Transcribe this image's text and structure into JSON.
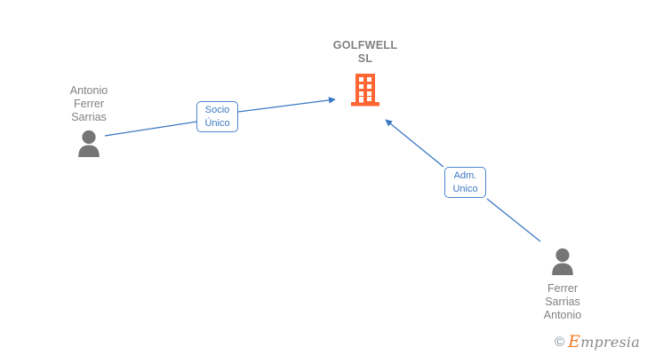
{
  "diagram": {
    "type": "corporate-relationship-graph",
    "company": {
      "name_line1": "GOLFWELL",
      "name_line2": "SL",
      "icon": "building-icon",
      "icon_color": "#FF6633"
    },
    "people": [
      {
        "id": "person-left",
        "name_line1": "Antonio",
        "name_line2": "Ferrer",
        "name_line3": "Sarrias",
        "icon": "person-icon",
        "icon_color": "#757575"
      },
      {
        "id": "person-right",
        "name_line1": "Ferrer",
        "name_line2": "Sarrias",
        "name_line3": "Antonio",
        "icon": "person-icon",
        "icon_color": "#757575"
      }
    ],
    "relations": [
      {
        "id": "relation-socio-unico",
        "label_line1": "Socio",
        "label_line2": "Único",
        "from": "person-left",
        "to": "company",
        "color": "#3b78c3"
      },
      {
        "id": "relation-adm-unico",
        "label_line1": "Adm.",
        "label_line2": "Unico",
        "from": "person-right",
        "to": "company",
        "color": "#3b78c3"
      }
    ],
    "edge_color": "#3b78c3"
  },
  "watermark": {
    "copyright": "©",
    "brand_initial": "E",
    "brand_rest": "mpresia",
    "brand_color": "#f07c26",
    "text_color": "#8a8a8a"
  }
}
